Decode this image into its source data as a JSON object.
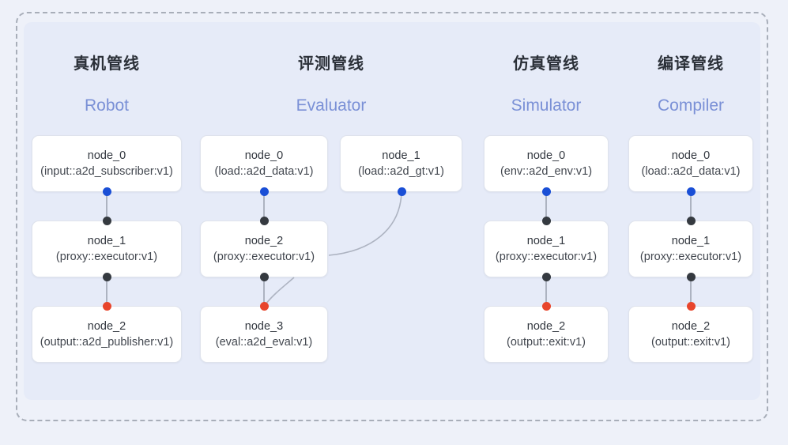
{
  "diagram": {
    "frame_style": "dashed-rounded",
    "panel_color": "#e6ebf8",
    "background_color": "#eef1f9",
    "accent_colors": {
      "input_port": "#1a4fd6",
      "relay_port": "#353a40",
      "output_port": "#e8452c",
      "edge": "#adb3c1",
      "title_cn": "#2b3038",
      "title_en": "#7a90d6"
    },
    "columns": [
      {
        "title_cn": "真机管线",
        "title_en": "Robot",
        "nodes": [
          {
            "name": "node_0",
            "signature": "(input::a2d_subscriber:v1)"
          },
          {
            "name": "node_1",
            "signature": "(proxy::executor:v1)"
          },
          {
            "name": "node_2",
            "signature": "(output::a2d_publisher:v1)"
          }
        ]
      },
      {
        "title_cn": "评测管线",
        "title_en": "Evaluator",
        "nodes": [
          {
            "name": "node_0",
            "signature": "(load::a2d_data:v1)"
          },
          {
            "name": "node_1",
            "signature": "(load::a2d_gt:v1)"
          },
          {
            "name": "node_2",
            "signature": "(proxy::executor:v1)"
          },
          {
            "name": "node_3",
            "signature": "(eval::a2d_eval:v1)"
          }
        ]
      },
      {
        "title_cn": "仿真管线",
        "title_en": "Simulator",
        "nodes": [
          {
            "name": "node_0",
            "signature": "(env::a2d_env:v1)"
          },
          {
            "name": "node_1",
            "signature": "(proxy::executor:v1)"
          },
          {
            "name": "node_2",
            "signature": "(output::exit:v1)"
          }
        ]
      },
      {
        "title_cn": "编译管线",
        "title_en": "Compiler",
        "nodes": [
          {
            "name": "node_0",
            "signature": "(load::a2d_data:v1)"
          },
          {
            "name": "node_1",
            "signature": "(proxy::executor:v1)"
          },
          {
            "name": "node_2",
            "signature": "(output::exit:v1)"
          }
        ]
      }
    ]
  }
}
